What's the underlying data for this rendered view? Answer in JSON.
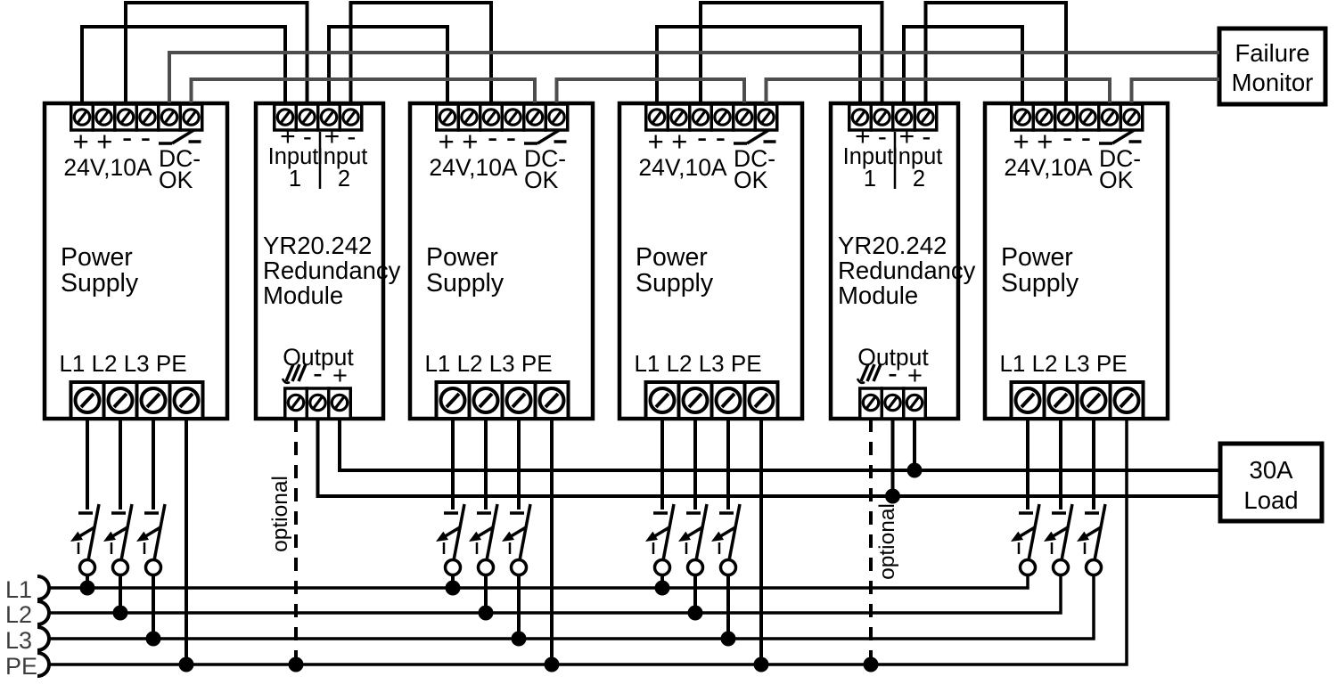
{
  "diagram": {
    "background": "#ffffff",
    "wire_color": "#000000",
    "signal_wire_color": "#4d4d4d",
    "power_supply": {
      "name_line1": "Power",
      "name_line2": "Supply",
      "output_plus_terminals": "+ +",
      "output_minus_terminals": "- -",
      "rating": "24V,10A",
      "dc_ok_line1": "DC-",
      "dc_ok_line2": "OK",
      "input_terminals": "L1 L2 L3 PE"
    },
    "redundancy_module": {
      "model_line1": "YR20.242",
      "model_line2": "Redundancy",
      "model_line3": "Module",
      "input1_plus_minus": "+ -",
      "input2_plus_minus": "+ -",
      "input1_word": "Input",
      "input1_number": "1",
      "input2_word": "Input",
      "input2_number": "2",
      "output_label": "Output",
      "output_minus": "-",
      "output_plus": "+",
      "optional_label": "optional"
    },
    "failure_monitor": {
      "line1": "Failure",
      "line2": "Monitor"
    },
    "load": {
      "line1": "30A",
      "line2": "Load"
    },
    "bus_labels": [
      "L1",
      "L2",
      "L3",
      "PE"
    ]
  }
}
